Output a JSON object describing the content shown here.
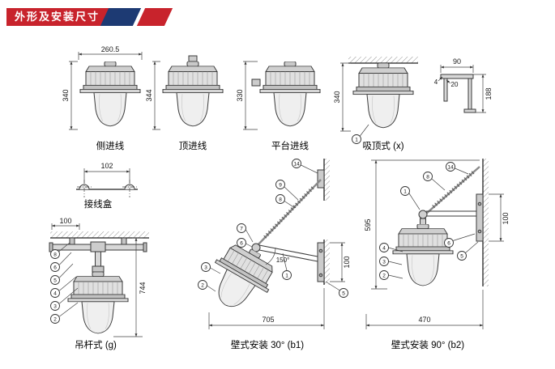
{
  "header": {
    "title": "外形及安装尺寸",
    "accent_red": "#c8232c",
    "accent_navy": "#1d3a73"
  },
  "top_row": {
    "side_entry": {
      "label": "侧进线",
      "dim_width": "260.5",
      "dim_height": "340"
    },
    "top_entry": {
      "label": "顶进线",
      "dim_height": "344"
    },
    "platform_entry": {
      "label": "平台进线",
      "dim_height": "330"
    },
    "ceiling_mount": {
      "label": "吸顶式 (x)",
      "dim_height": "340",
      "callouts": [
        "1"
      ]
    },
    "bracket_detail": {
      "dim_width": "90",
      "dim_depth": "20",
      "dim_height": "188",
      "dim_thickness": "4"
    }
  },
  "junction_box": {
    "label": "接线盒",
    "dim_width": "102"
  },
  "pendant": {
    "label": "吊杆式 (g)",
    "dim_offset": "100",
    "dim_height": "744",
    "callouts": [
      "8",
      "6",
      "5",
      "4",
      "3",
      "2"
    ]
  },
  "wall_30": {
    "label": "壁式安装 30° (b1)",
    "dim_angle": "150°",
    "dim_plate": "100",
    "dim_width": "705",
    "callouts": [
      "14",
      "9",
      "8",
      "7",
      "6",
      "3",
      "2",
      "1",
      "5"
    ]
  },
  "wall_90": {
    "label": "壁式安装 90° (b2)",
    "dim_height": "595",
    "dim_plate": "100",
    "dim_width": "470",
    "callouts": [
      "14",
      "8",
      "1",
      "4",
      "3",
      "2",
      "6",
      "5"
    ]
  }
}
